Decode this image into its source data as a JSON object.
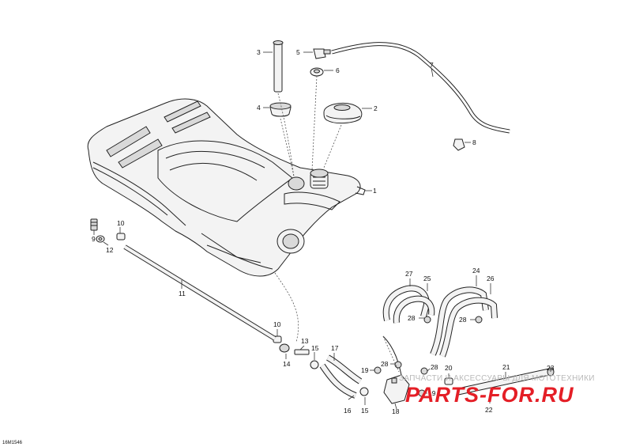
{
  "diagram": {
    "callouts": [
      "1",
      "2",
      "3",
      "4",
      "5",
      "6",
      "7",
      "8",
      "9",
      "10",
      "11",
      "12",
      "13",
      "14",
      "15",
      "16",
      "17",
      "18",
      "19",
      "20",
      "21",
      "22",
      "23",
      "24",
      "25",
      "26",
      "27",
      "28"
    ],
    "figure_code": "16M1546"
  },
  "watermark": {
    "tagline": "ЗАПЧАСТИ И АКСЕССУАРЫ ДЛЯ МОТОТЕХНИКИ",
    "brand": "PARTS-FOR.RU"
  },
  "colors": {
    "ink": "#222222",
    "brand_red": "#e41e26",
    "tagline_gray": "#b9b9b9"
  }
}
